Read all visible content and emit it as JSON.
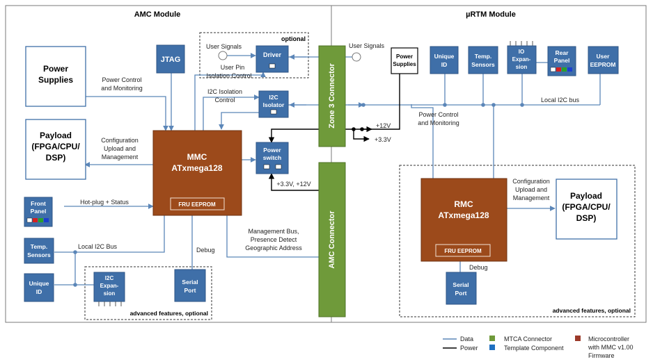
{
  "sections": {
    "amc": "AMC Module",
    "urtm": "µRTM Module",
    "optional": "optional"
  },
  "blocks": {
    "power_supplies": [
      "Power",
      "Supplies"
    ],
    "jtag": [
      "JTAG"
    ],
    "payload": [
      "Payload",
      "(FPGA/CPU/",
      "DSP)"
    ],
    "mmc": [
      "MMC",
      "ATxmega128"
    ],
    "mmc_fru": "FRU EEPROM",
    "front_panel": [
      "Front",
      "Panel"
    ],
    "temp_sensors": [
      "Temp.",
      "Sensors"
    ],
    "unique_id": [
      "Unique",
      "ID"
    ],
    "i2c_expansion": [
      "I2C",
      "Expan-",
      "sion"
    ],
    "serial_port": [
      "Serial",
      "Port"
    ],
    "driver": [
      "Driver"
    ],
    "i2c_isolator": [
      "I2C",
      "Isolator"
    ],
    "power_switch": [
      "Power",
      "switch"
    ],
    "zone3": "Zone 3 Connector",
    "amc_connector": "AMC Connector",
    "r_power_supplies": [
      "Power",
      "Supplies"
    ],
    "r_unique_id": [
      "Unique",
      "ID"
    ],
    "r_temp_sensors": [
      "Temp.",
      "Sensors"
    ],
    "r_io_expansion": [
      "IO",
      "Expan-",
      "sion"
    ],
    "r_rear_panel": [
      "Rear",
      "Panel"
    ],
    "r_user_eeprom": [
      "User",
      "EEPROM"
    ],
    "rmc": [
      "RMC",
      "ATxmega128"
    ],
    "rmc_fru": "FRU EEPROM",
    "r_payload": [
      "Payload",
      "(FPGA/CPU/",
      "DSP)"
    ],
    "r_serial_port": [
      "Serial",
      "Port"
    ]
  },
  "labels": {
    "power_control": [
      "Power Control",
      "and Monitoring"
    ],
    "config_upload": [
      "Configuration",
      "Upload and",
      "Management"
    ],
    "hotplug": "Hot-plug + Status",
    "local_i2c": "Local I2C Bus",
    "debug": "Debug",
    "mgmt_bus": [
      "Management Bus,",
      "Presence Detect",
      "Geographic Address"
    ],
    "user_signals_left": "User Signals",
    "user_signals_right": "User Signals",
    "user_pin_iso": [
      "User Pin",
      "Isolation Control"
    ],
    "i2c_iso_ctrl": [
      "I2C Isolation",
      "Control"
    ],
    "v12": "+12V",
    "v33": "+3.3V",
    "v33_12": "+3.3V, +12V",
    "r_power_control": [
      "Power Control",
      "and Monitoring"
    ],
    "r_local_i2c": "Local I2C bus",
    "r_config_upload": [
      "Configuration",
      "Upload and",
      "Management"
    ],
    "r_debug": "Debug",
    "adv_left": "advanced features, optional",
    "adv_right": "advanced features, optional"
  },
  "legend": {
    "data": "Data",
    "power": "Power",
    "mtca": "MTCA Connector",
    "template": "Template Component",
    "micro": [
      "Microcontroller",
      "with MMC v1.00",
      "Firmware"
    ]
  },
  "colors": {
    "blue": "#3f6fa8",
    "blue_dark": "#2f5686",
    "line": "#5b86b8",
    "brown": "#9c4a1b",
    "green": "#6f9a3a",
    "power_line": "#000000"
  }
}
